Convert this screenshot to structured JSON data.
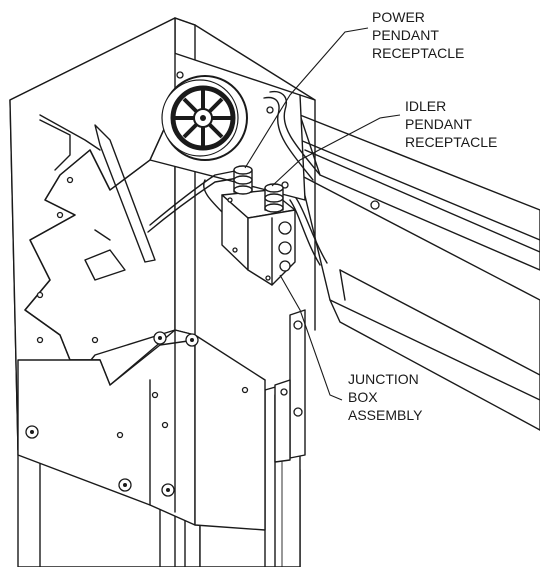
{
  "callouts": [
    {
      "id": "power",
      "lines": [
        "POWER",
        "PENDANT",
        "RECEPTACLE"
      ]
    },
    {
      "id": "idler",
      "lines": [
        "IDLER",
        "PENDANT",
        "RECEPTACLE"
      ]
    },
    {
      "id": "junction",
      "lines": [
        "JUNCTION",
        "BOX",
        "ASSEMBLY"
      ]
    }
  ],
  "icons": [
    "pulley-icon",
    "junction-box-icon",
    "cable-icon",
    "bolt-icon"
  ]
}
